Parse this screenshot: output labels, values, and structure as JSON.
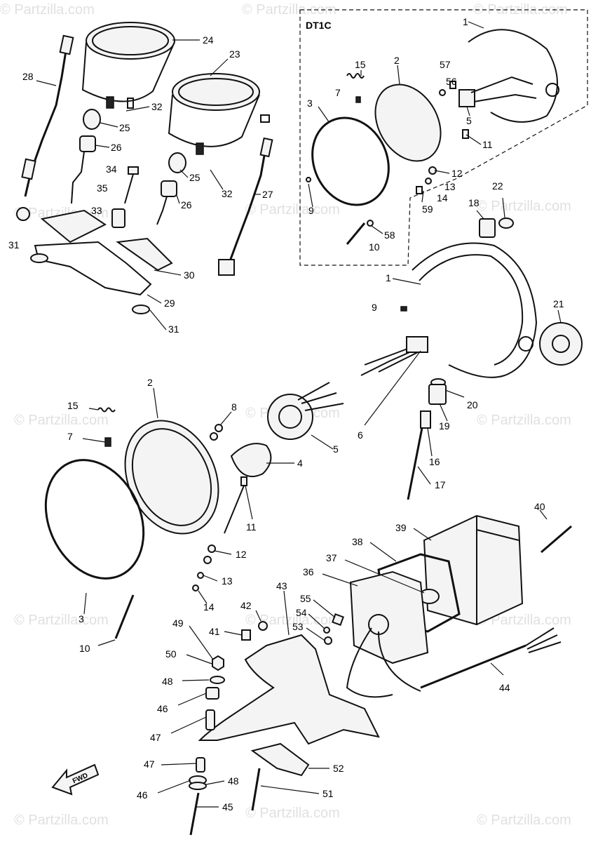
{
  "inset_title": "DT1C",
  "fwd_label": "FWD",
  "watermark": "© Partzilla.com",
  "callouts": [
    {
      "id": "c24",
      "text": "24"
    },
    {
      "id": "c23",
      "text": "23"
    },
    {
      "id": "c28",
      "text": "28"
    },
    {
      "id": "c32a",
      "text": "32"
    },
    {
      "id": "c25a",
      "text": "25"
    },
    {
      "id": "c26a",
      "text": "26"
    },
    {
      "id": "c34",
      "text": "34"
    },
    {
      "id": "c25b",
      "text": "25"
    },
    {
      "id": "c35",
      "text": "35"
    },
    {
      "id": "c26b",
      "text": "26"
    },
    {
      "id": "c32b",
      "text": "32"
    },
    {
      "id": "c27",
      "text": "27"
    },
    {
      "id": "c33",
      "text": "33"
    },
    {
      "id": "c31a",
      "text": "31"
    },
    {
      "id": "c30",
      "text": "30"
    },
    {
      "id": "c29",
      "text": "29"
    },
    {
      "id": "c31b",
      "text": "31"
    },
    {
      "id": "c1a",
      "text": "1"
    },
    {
      "id": "c15a",
      "text": "15"
    },
    {
      "id": "c2a",
      "text": "2"
    },
    {
      "id": "c57",
      "text": "57"
    },
    {
      "id": "c56",
      "text": "56"
    },
    {
      "id": "c7a",
      "text": "7"
    },
    {
      "id": "c3a",
      "text": "3"
    },
    {
      "id": "c5a",
      "text": "5"
    },
    {
      "id": "c11a",
      "text": "11"
    },
    {
      "id": "c12a",
      "text": "12"
    },
    {
      "id": "c13a",
      "text": "13"
    },
    {
      "id": "c14a",
      "text": "14"
    },
    {
      "id": "c9a",
      "text": "9"
    },
    {
      "id": "c59",
      "text": "59"
    },
    {
      "id": "c58",
      "text": "58"
    },
    {
      "id": "c10a",
      "text": "10"
    },
    {
      "id": "c18",
      "text": "18"
    },
    {
      "id": "c22",
      "text": "22"
    },
    {
      "id": "c1b",
      "text": "1"
    },
    {
      "id": "c9b",
      "text": "9"
    },
    {
      "id": "c21",
      "text": "21"
    },
    {
      "id": "c20",
      "text": "20"
    },
    {
      "id": "c6",
      "text": "6"
    },
    {
      "id": "c19",
      "text": "19"
    },
    {
      "id": "c16",
      "text": "16"
    },
    {
      "id": "c17",
      "text": "17"
    },
    {
      "id": "c2b",
      "text": "2"
    },
    {
      "id": "c15b",
      "text": "15"
    },
    {
      "id": "c8",
      "text": "8"
    },
    {
      "id": "c7b",
      "text": "7"
    },
    {
      "id": "c5b",
      "text": "5"
    },
    {
      "id": "c4",
      "text": "4"
    },
    {
      "id": "c11b",
      "text": "11"
    },
    {
      "id": "c12b",
      "text": "12"
    },
    {
      "id": "c13b",
      "text": "13"
    },
    {
      "id": "c14b",
      "text": "14"
    },
    {
      "id": "c3b",
      "text": "3"
    },
    {
      "id": "c10b",
      "text": "10"
    },
    {
      "id": "c40",
      "text": "40"
    },
    {
      "id": "c39",
      "text": "39"
    },
    {
      "id": "c38",
      "text": "38"
    },
    {
      "id": "c37",
      "text": "37"
    },
    {
      "id": "c36",
      "text": "36"
    },
    {
      "id": "c43",
      "text": "43"
    },
    {
      "id": "c55",
      "text": "55"
    },
    {
      "id": "c54",
      "text": "54"
    },
    {
      "id": "c53",
      "text": "53"
    },
    {
      "id": "c42",
      "text": "42"
    },
    {
      "id": "c41",
      "text": "41"
    },
    {
      "id": "c49",
      "text": "49"
    },
    {
      "id": "c50",
      "text": "50"
    },
    {
      "id": "c48a",
      "text": "48"
    },
    {
      "id": "c46a",
      "text": "46"
    },
    {
      "id": "c47a",
      "text": "47"
    },
    {
      "id": "c44",
      "text": "44"
    },
    {
      "id": "c47b",
      "text": "47"
    },
    {
      "id": "c52",
      "text": "52"
    },
    {
      "id": "c46b",
      "text": "46"
    },
    {
      "id": "c48b",
      "text": "48"
    },
    {
      "id": "c51",
      "text": "51"
    },
    {
      "id": "c45",
      "text": "45"
    }
  ]
}
